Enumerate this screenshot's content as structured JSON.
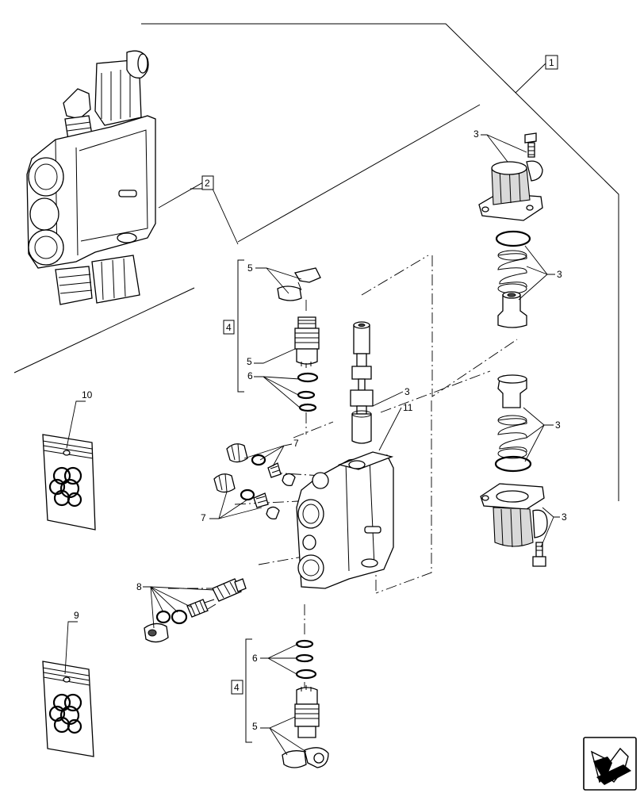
{
  "callouts": {
    "c1": "1",
    "c2": "2",
    "c3_top": "3",
    "c3_springs_upper": "3",
    "c3_spool": "3",
    "c3_springs_lower": "3",
    "c3_cap_lower": "3",
    "c4_upper": "4",
    "c4_lower": "4",
    "c5_clip_upper": "5",
    "c5_cartridge_upper": "5",
    "c5_lower": "5",
    "c6_upper": "6",
    "c6_lower": "6",
    "c7_upper": "7",
    "c7_lower": "7",
    "c8": "8",
    "c9": "9",
    "c10": "10",
    "c11": "11"
  },
  "icons": {
    "navigation": "arrow-icon",
    "kit_bag": "seal-kit-bag-icon"
  }
}
